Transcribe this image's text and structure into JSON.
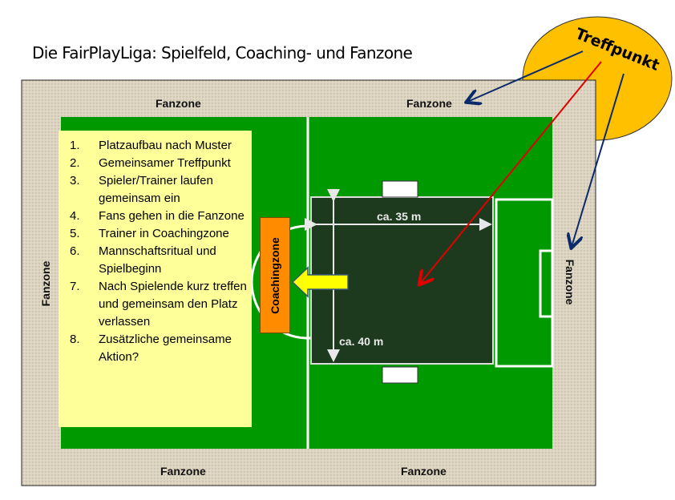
{
  "title": "Die FairPlayLiga: Spielfeld, Coaching- und Fanzone",
  "fanzones": {
    "top_left": "Fanzone",
    "top_right": "Fanzone",
    "bottom_left": "Fanzone",
    "bottom_right": "Fanzone",
    "left": "Fanzone",
    "right": "Fanzone"
  },
  "meeting_point": "Treffpunkt",
  "coaching_zone": "Coachingzone",
  "measurements": {
    "width": "ca. 35 m",
    "length": "ca. 40 m"
  },
  "steps": [
    {
      "num": "1.",
      "text": "Platzaufbau nach Muster"
    },
    {
      "num": "2.",
      "text": "Gemeinsamer Treffpunkt"
    },
    {
      "num": "3.",
      "text": "Spieler/Trainer laufen gemeinsam ein"
    },
    {
      "num": "4.",
      "text": "Fans  gehen in die Fanzone"
    },
    {
      "num": "5.",
      "text": "Trainer in Coachingzone"
    },
    {
      "num": "6.",
      "text": "Mannschaftsritual und Spielbeginn"
    },
    {
      "num": "7.",
      "text": "Nach Spielende kurz treffen und gemeinsam den Platz verlassen"
    },
    {
      "num": "8.",
      "text": "Zusätzliche gemeinsame Aktion?"
    }
  ],
  "colors": {
    "field": "#009900",
    "panel": "#ddd5c2",
    "list": "#ffff99",
    "ellipse": "#ffc000",
    "coach": "#ff8c00",
    "arrow_blue": "#0a2a6a",
    "arrow_red": "#e00000"
  }
}
